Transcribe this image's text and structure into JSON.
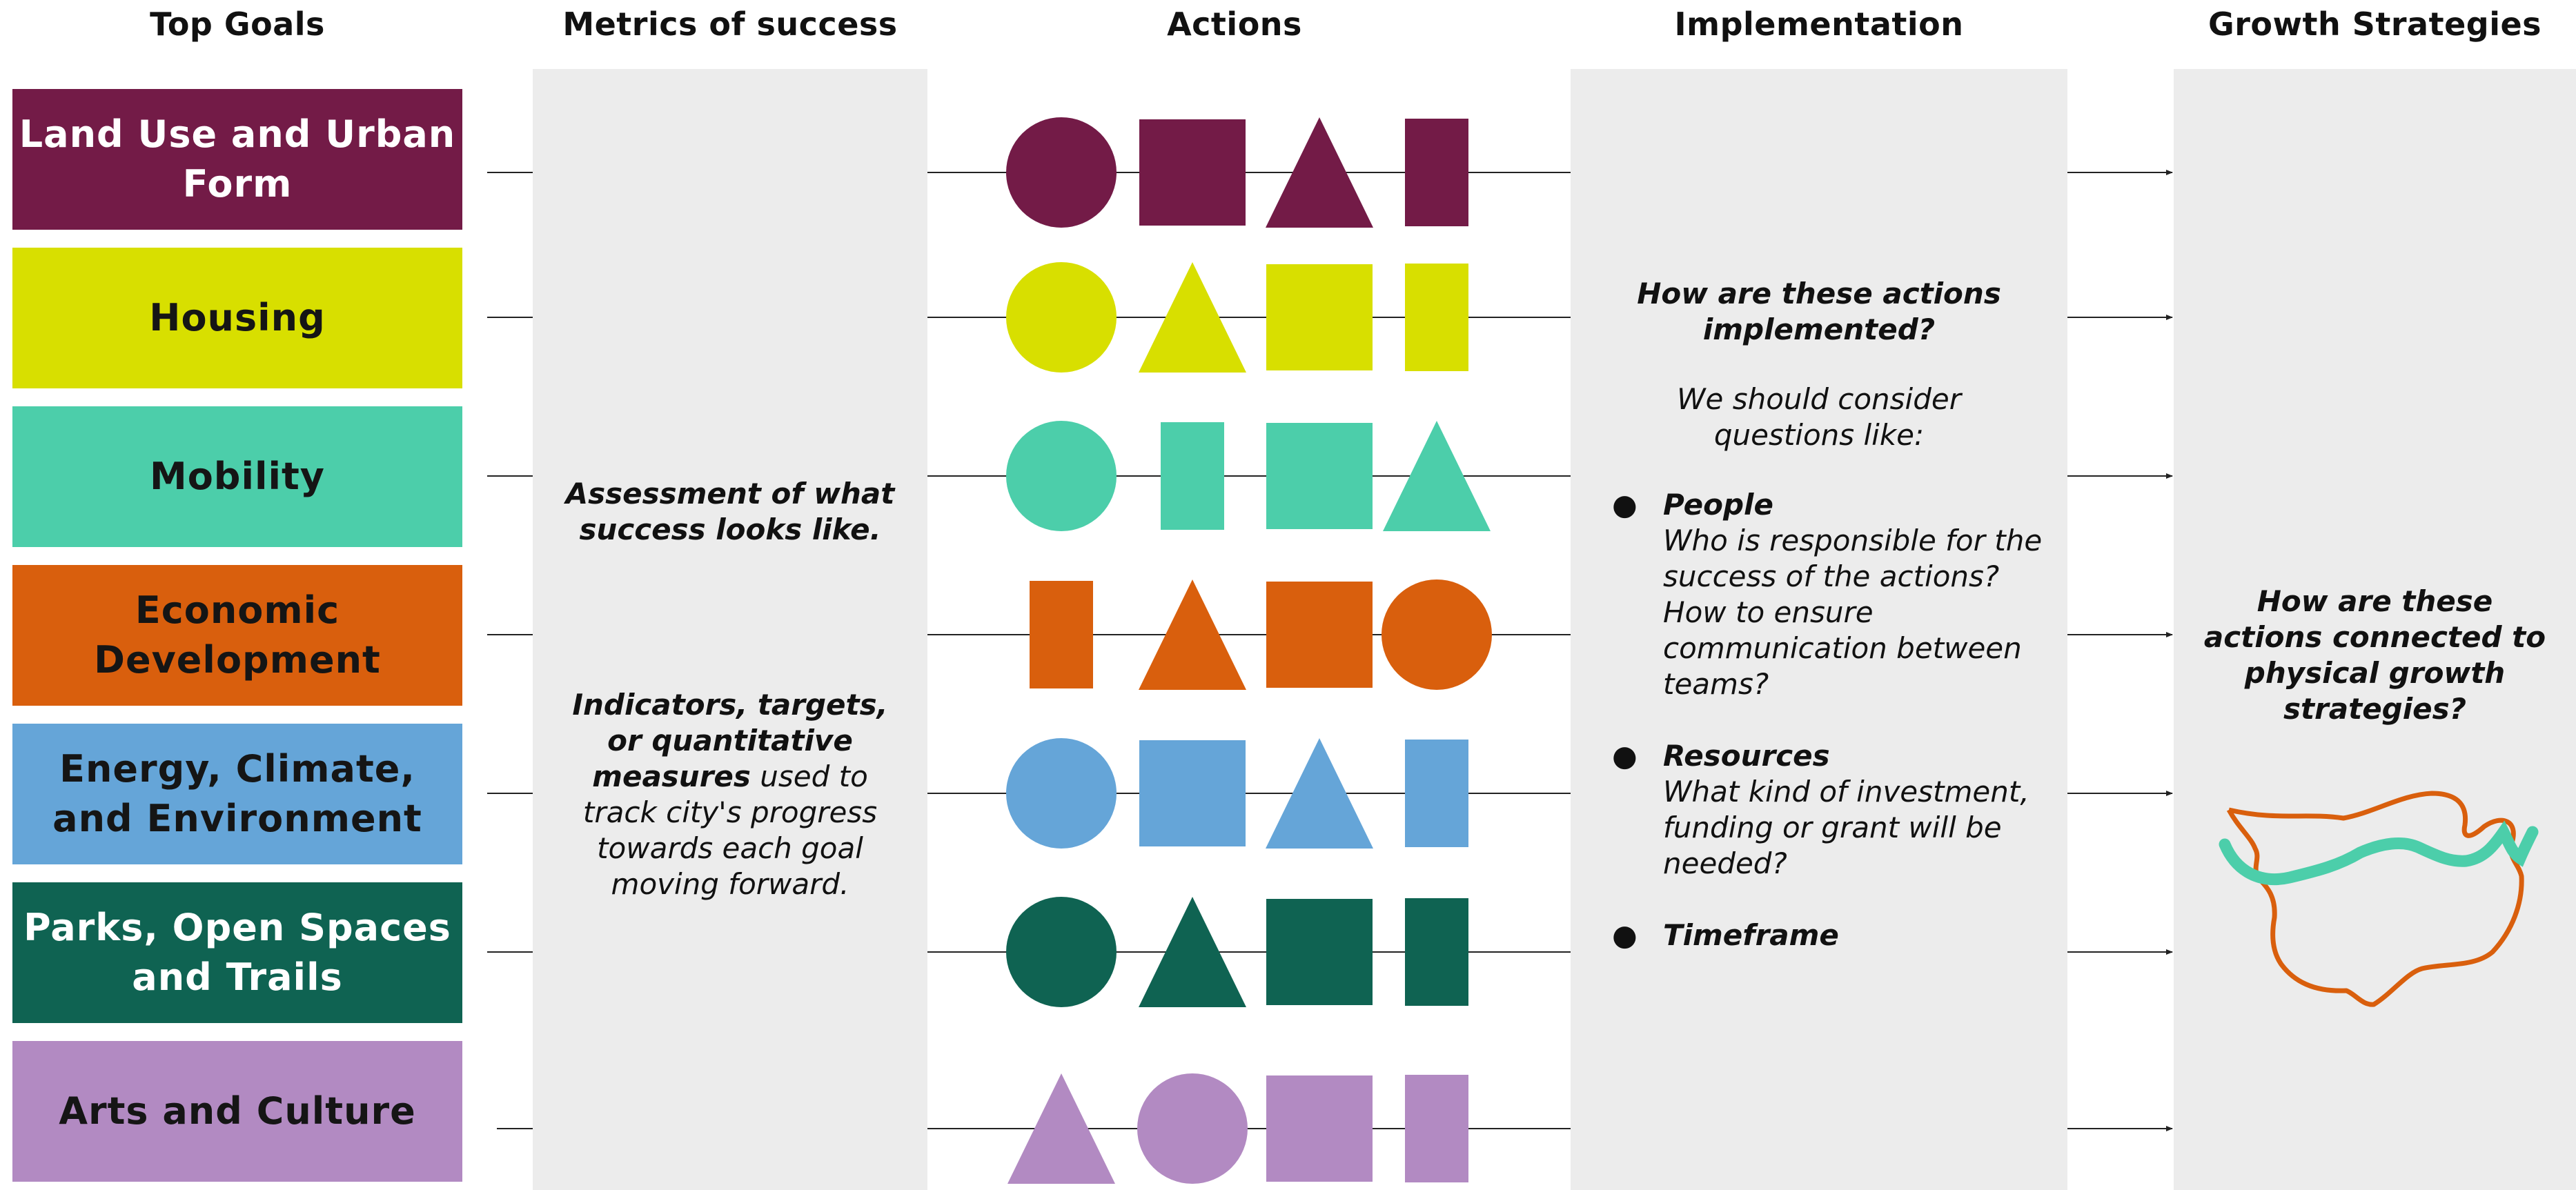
{
  "headers": {
    "goals": "Top Goals",
    "metrics": "Metrics of success",
    "actions": "Actions",
    "implementation": "Implementation",
    "growth": "Growth Strategies"
  },
  "goals": [
    {
      "label": "Land Use and Urban Form",
      "color": "#731b47"
    },
    {
      "label": "Housing",
      "color": "#d8df00"
    },
    {
      "label": "Mobility",
      "color": "#4cceaa"
    },
    {
      "label": "Economic Development",
      "color": "#d95f0d"
    },
    {
      "label": "Energy, Climate, and Environment",
      "color": "#65a5d8"
    },
    {
      "label": "Parks, Open Spaces and Trails",
      "color": "#0f6352"
    },
    {
      "label": "Arts and Culture",
      "color": "#b28ac2"
    }
  ],
  "actions": {
    "rows": [
      [
        "circle",
        "square",
        "triangle",
        "bar"
      ],
      [
        "circle",
        "triangle",
        "square",
        "bar"
      ],
      [
        "circle",
        "bar",
        "square",
        "triangle"
      ],
      [
        "bar",
        "triangle",
        "square",
        "circle"
      ],
      [
        "circle",
        "square",
        "triangle",
        "bar"
      ],
      [
        "circle",
        "triangle",
        "square",
        "bar"
      ],
      [
        "triangle",
        "circle",
        "square",
        "bar"
      ]
    ]
  },
  "metrics": {
    "assessment": "Assessment of what success looks like.",
    "indicators_bold": "Indicators, targets, or quantitative measures",
    "indicators_rest": " used to track city's progress towards each goal moving forward."
  },
  "implementation": {
    "question": "How are these actions implemented?",
    "intro": "We should consider questions like:",
    "items": [
      {
        "title": "People",
        "text": "Who is responsible for the success of the actions? How to ensure communication between teams?"
      },
      {
        "title": "Resources",
        "text": "What kind of investment, funding or grant will be needed?"
      },
      {
        "title": "Timeframe",
        "text": ""
      }
    ]
  },
  "growth": {
    "question": "How are these actions connected to physical growth strategies?",
    "map_colors": {
      "boundary": "#d95f0d",
      "corridor": "#4cceaa"
    }
  }
}
